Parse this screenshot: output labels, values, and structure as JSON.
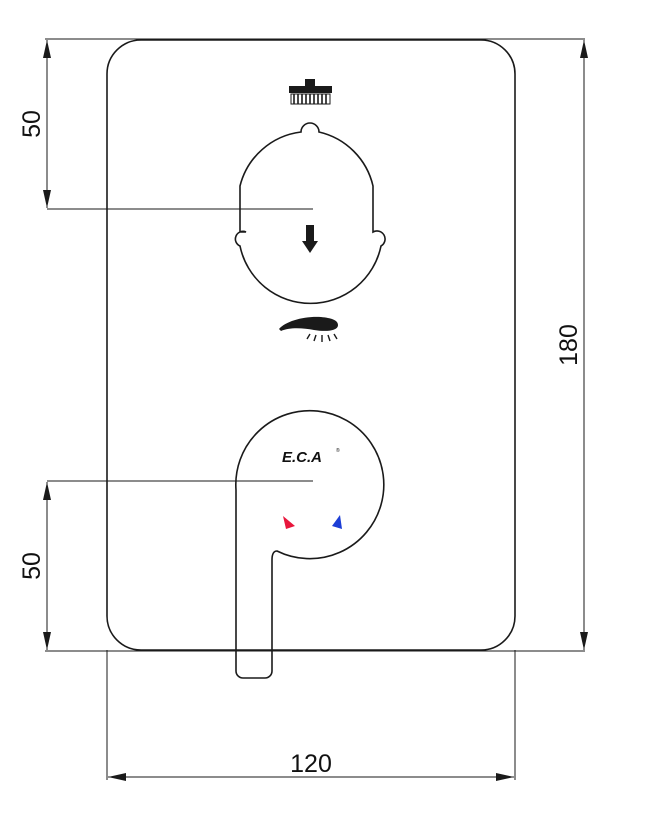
{
  "diagram": {
    "dimensions": {
      "top_height": "50",
      "bottom_height": "50",
      "total_height": "180",
      "width": "120"
    },
    "brand_label": "E.C.A",
    "icons": {
      "top": "rain-shower-head-icon",
      "divert": "arrow-down-icon",
      "middle": "hand-shower-icon",
      "hot": "hot-marker-icon",
      "cold": "cold-marker-icon"
    },
    "colors": {
      "hot": "#e8163c",
      "cold": "#1c3ed6",
      "line": "#1a1a1a"
    }
  }
}
